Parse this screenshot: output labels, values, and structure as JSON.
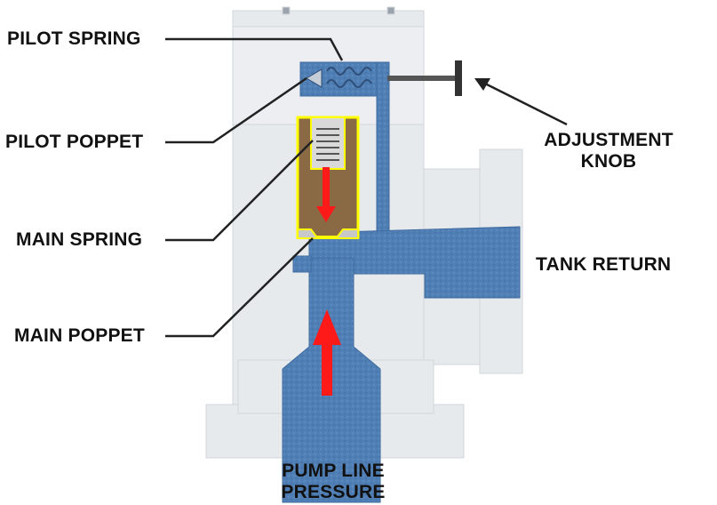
{
  "labels": {
    "pilot_spring": "PILOT SPRING",
    "pilot_poppet": "PILOT POPPET",
    "main_spring": "MAIN SPRING",
    "main_poppet": "MAIN POPPET",
    "adjustment_knob_line1": "ADJUSTMENT",
    "adjustment_knob_line2": "KNOB",
    "tank_return": "TANK RETURN",
    "pump_line_line1": "PUMP LINE",
    "pump_line_line2": "PRESSURE"
  },
  "colors": {
    "valve_body": "#e6e9ec",
    "fluid": "#4f7fb5",
    "highlight": "#ffff00",
    "poppet_fill": "#8a6a45",
    "flow_arrow": "#ff1a1a",
    "leader_line": "#222222"
  }
}
